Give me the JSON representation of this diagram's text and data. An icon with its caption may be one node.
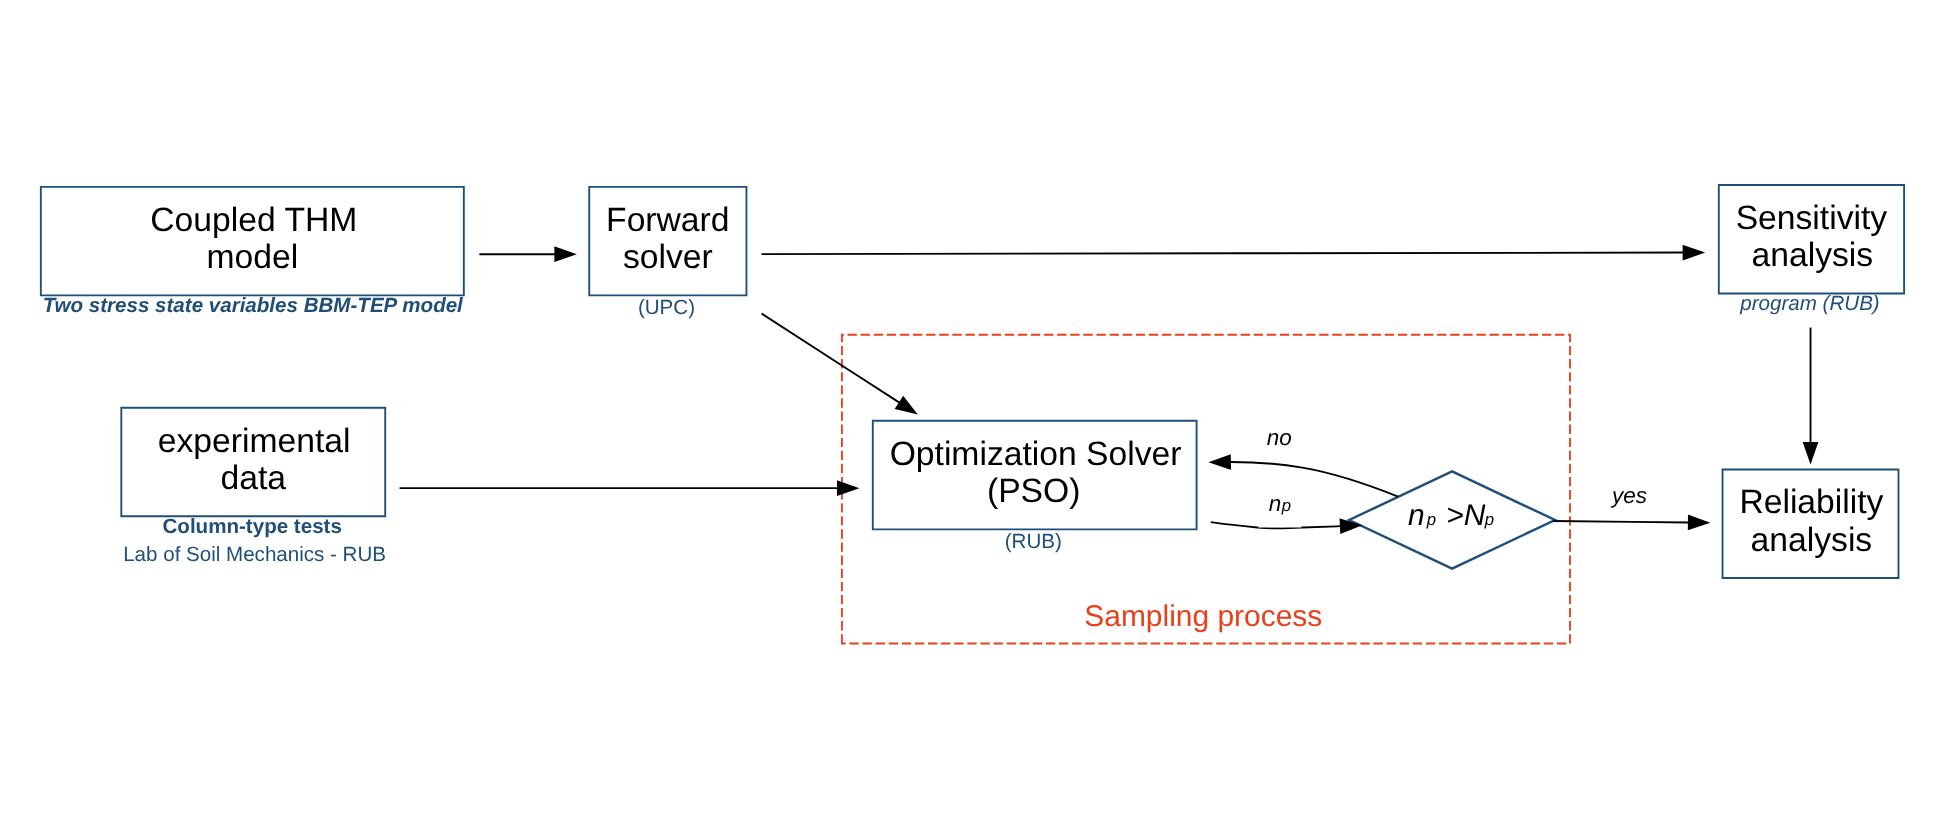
{
  "diagram": {
    "nodes": [
      {
        "text": [
          "Coupled THM model"
        ],
        "beside": [
          "Two stress state variables BBM-TEP model"
        ]
      },
      {
        "text": [
          "Forward solver"
        ],
        "beside": [
          "(UPC)"
        ]
      },
      {
        "text": [
          "Sensitivity analysis"
        ],
        "beside": [
          "program (RUB)"
        ]
      },
      {
        "text": [
          "Sampling process"
        ]
      },
      {
        "text": [
          "experimental data"
        ],
        "beside": [
          "Column-type tests",
          "Lab of Soil Mechanics - RUB"
        ]
      },
      {
        "text": [
          "Optimization Solver (PSO)"
        ],
        "in": 3,
        "beside": [
          "(RUB)"
        ]
      },
      {
        "text": [
          "n$_{p}$ >N$_{p}$"
        ],
        "in": 3
      },
      {
        "text": [
          "Reliability analysis"
        ]
      }
    ],
    "edges": [
      {
        "from": 0,
        "to": 1,
        "arrow": "to"
      },
      {
        "from": 1,
        "to": 2,
        "arrow": "to"
      },
      {
        "from": 1,
        "to": 5,
        "arrow": "to"
      },
      {
        "from": 6,
        "to": 5,
        "arrow": "to",
        "label": "no"
      },
      {
        "from": 4,
        "to": 5,
        "arrow": "to"
      },
      {
        "from": 5,
        "to": 6,
        "arrow": "to",
        "label": "n$_{p}$"
      },
      {
        "from": 6,
        "to": 7,
        "arrow": "to",
        "label": "yes"
      },
      {
        "from": 2,
        "to": 7,
        "arrow": "to"
      }
    ]
  }
}
